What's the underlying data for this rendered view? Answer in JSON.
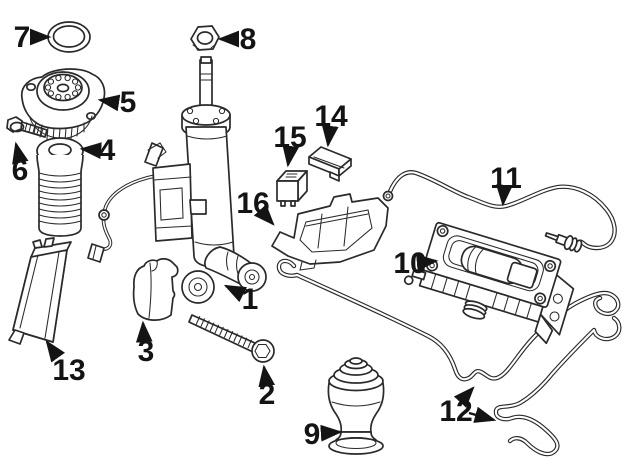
{
  "diagram": {
    "kind": "exploded-parts-diagram",
    "subject": "Air suspension shock absorber and compressor parts diagram",
    "background_color": "#ffffff",
    "line_color": "#2a2a2a",
    "label_color": "#141414",
    "callouts": [
      {
        "number": "1",
        "part": "shock-absorber"
      },
      {
        "number": "2",
        "part": "long-mounting-bolt"
      },
      {
        "number": "3",
        "part": "protective-cap"
      },
      {
        "number": "4",
        "part": "bump-stop-dust-boot"
      },
      {
        "number": "5",
        "part": "upper-strut-mount"
      },
      {
        "number": "6",
        "part": "hex-flange-bolt"
      },
      {
        "number": "7",
        "part": "o-ring-seal"
      },
      {
        "number": "8",
        "part": "hex-nut"
      },
      {
        "number": "9",
        "part": "air-spring"
      },
      {
        "number": "10",
        "part": "air-compressor-unit"
      },
      {
        "number": "11",
        "part": "air-line-with-valve"
      },
      {
        "number": "12",
        "part": "air-lines"
      },
      {
        "number": "13",
        "part": "control-module"
      },
      {
        "number": "14",
        "part": "control-unit-small"
      },
      {
        "number": "15",
        "part": "relay"
      },
      {
        "number": "16",
        "part": "mounting-bracket"
      }
    ]
  }
}
